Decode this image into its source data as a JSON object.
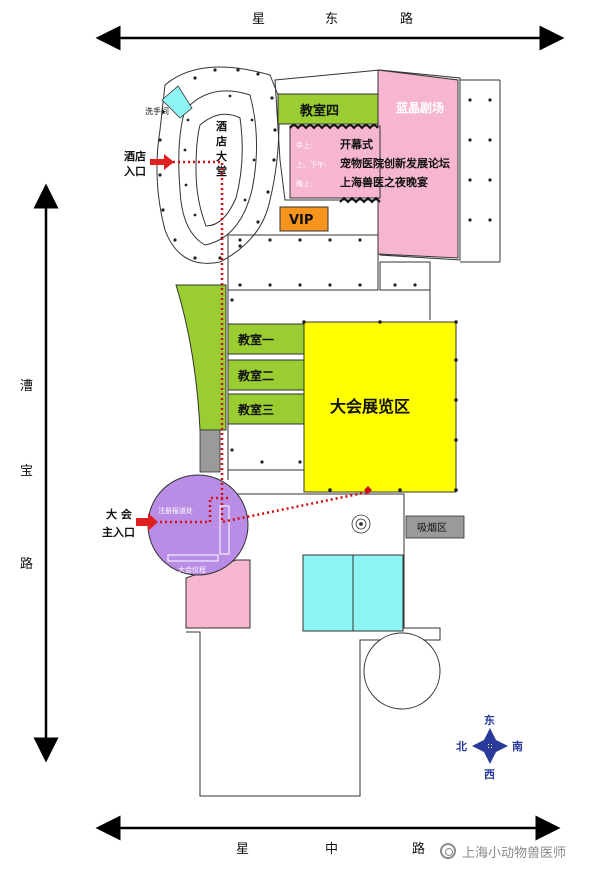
{
  "streets": {
    "top": [
      "星",
      "东",
      "路"
    ],
    "left": [
      "漕",
      "宝",
      "路"
    ],
    "bottom": [
      "星",
      "中",
      "路"
    ]
  },
  "rooms": {
    "washroom": "洗手间",
    "hotel_lobby": [
      "酒",
      "店",
      "大",
      "堂"
    ],
    "classroom4": "教室四",
    "theater": "蓝晶剧场",
    "vip": "VIP",
    "classroom1": "教室一",
    "classroom2": "教室二",
    "classroom3": "教室三",
    "exhibition": "大会展览区",
    "smoking": "吸烟区",
    "registration": "注册报道处",
    "conference_desk": "大会仪程"
  },
  "schedule": [
    {
      "time": "早上:",
      "event": "开幕式"
    },
    {
      "time": "上、下午:",
      "event": "宠物医院创新发展论坛"
    },
    {
      "time": "晚上:",
      "event": "上海兽医之夜晚宴"
    }
  ],
  "entrances": {
    "hotel": [
      "酒店",
      "入口"
    ],
    "main": [
      "大 会",
      "主入口"
    ]
  },
  "compass": {
    "north": "北",
    "south": "南",
    "east": "东",
    "west": "西"
  },
  "watermark": "上海小动物兽医师",
  "colors": {
    "green": "#9acd32",
    "yellow": "#ffff00",
    "pink": "#f7b6cf",
    "orange": "#f7941d",
    "purple": "#b98ce6",
    "cyan": "#8ff4f4",
    "red_arrow": "#e02020",
    "dotted_path": "#d01010"
  }
}
